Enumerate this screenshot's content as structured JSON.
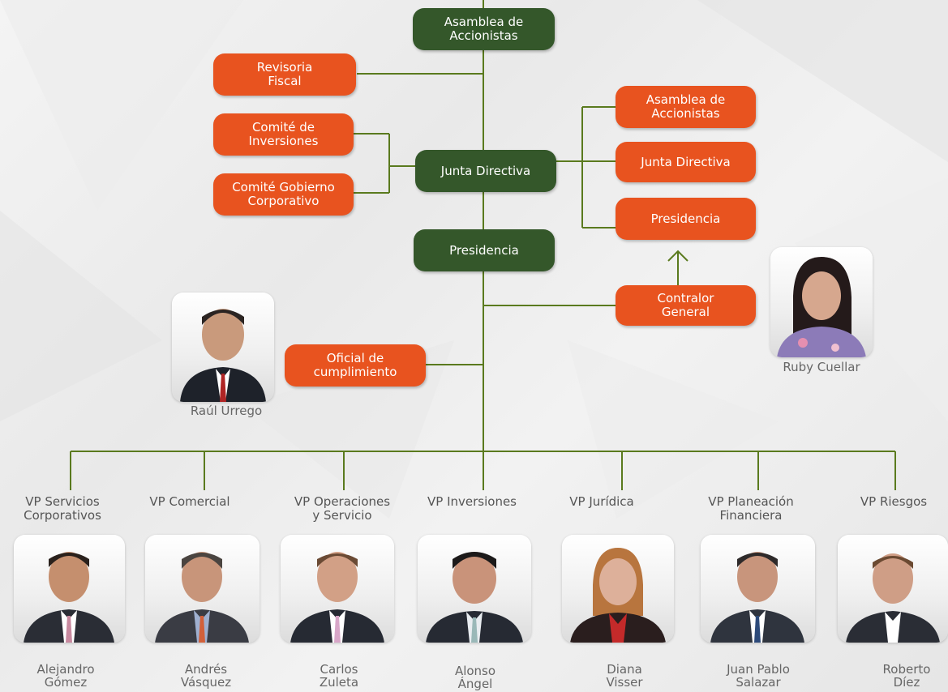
{
  "colors": {
    "green": "#34572a",
    "orange": "#e8531f",
    "line": "#5a7a1e"
  },
  "top": {
    "asamblea": "Asamblea de\nAccionistas",
    "revisoria": "Revisoria\nFiscal",
    "junta": "Junta Directiva",
    "comite_inversiones": "Comité de\nInversiones",
    "comite_gobierno": "Comité Gobierno\nCorporativo",
    "presidencia": "Presidencia",
    "right_asamblea": "Asamblea de\nAccionistas",
    "right_junta": "Junta Directiva",
    "right_presidencia": "Presidencia",
    "contralor": "Contralor\nGeneral",
    "oficial": "Oficial de\ncumplimiento"
  },
  "people": {
    "raul": "Raúl Urrego",
    "ruby": "Ruby Cuellar"
  },
  "vps": [
    {
      "label": "VP Servicios\nCorporativos",
      "name": "Alejandro\nGómez"
    },
    {
      "label": "VP Comercial",
      "name": "Andrés\nVásquez"
    },
    {
      "label": "VP Operaciones\ny Servicio",
      "name": "Carlos\nZuleta"
    },
    {
      "label": "VP Inversiones",
      "name": "Alonso\nÁngel"
    },
    {
      "label": "VP Jurídica",
      "name": "Diana\nVisser"
    },
    {
      "label": "VP Planeación\nFinanciera",
      "name": "Juan Pablo\nSalazar"
    },
    {
      "label": "VP Riesgos",
      "name": "Roberto\nDíez"
    }
  ]
}
